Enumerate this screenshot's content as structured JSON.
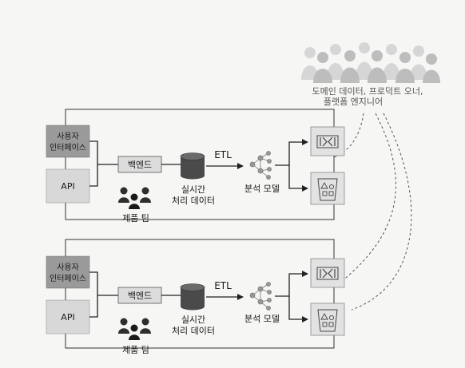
{
  "consumers": {
    "label_line1": "도메인 데이터, 프로덕트 오너,",
    "label_line2": "플랫폼 엔지니어"
  },
  "panels": [
    {
      "ui_label_line1": "사용자",
      "ui_label_line2": "인터페이스",
      "api_label": "API",
      "backend_label": "백엔드",
      "db_label_line1": "실시간",
      "db_label_line2": "처리 데이터",
      "etl_label": "ETL",
      "analytics_label": "분석 모델",
      "team_label": "제품 팀"
    },
    {
      "ui_label_line1": "사용자",
      "ui_label_line2": "인터페이스",
      "api_label": "API",
      "backend_label": "백엔드",
      "db_label_line1": "실시간",
      "db_label_line2": "처리 데이터",
      "etl_label": "ETL",
      "analytics_label": "분석 모델",
      "team_label": "제품 팀"
    }
  ],
  "colors": {
    "ui_box": "#9a9a9a",
    "api_box": "#d8d8d8",
    "backend_box": "#dcdcdc",
    "db": "#4a4a4a",
    "line": "#222222",
    "icon_box": "#e2e2e2"
  },
  "icons": [
    "people-group-icon",
    "database-icon",
    "network-graph-icon",
    "stream-icon",
    "bucket-shapes-icon"
  ]
}
